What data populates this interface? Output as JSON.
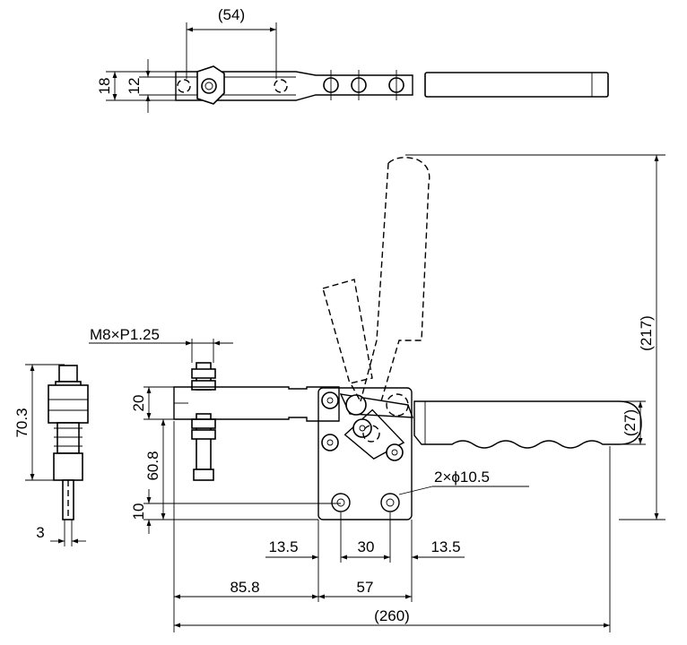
{
  "top_view": {
    "width_54": "(54)",
    "h_18": "18",
    "h_12": "12"
  },
  "front_view": {
    "thread": "M8×P1.25",
    "height_217": "(217)",
    "handle_27": "(27)",
    "h_20": "20",
    "h_60_8": "60.8",
    "h_10": "10",
    "holes": "2×ϕ10.5",
    "w_13_5_left": "13.5",
    "w_30": "30",
    "w_13_5_right": "13.5",
    "w_85_8": "85.8",
    "w_57": "57",
    "w_260": "(260)"
  },
  "side_view": {
    "h_70_3": "70.3",
    "w_3": "3"
  }
}
